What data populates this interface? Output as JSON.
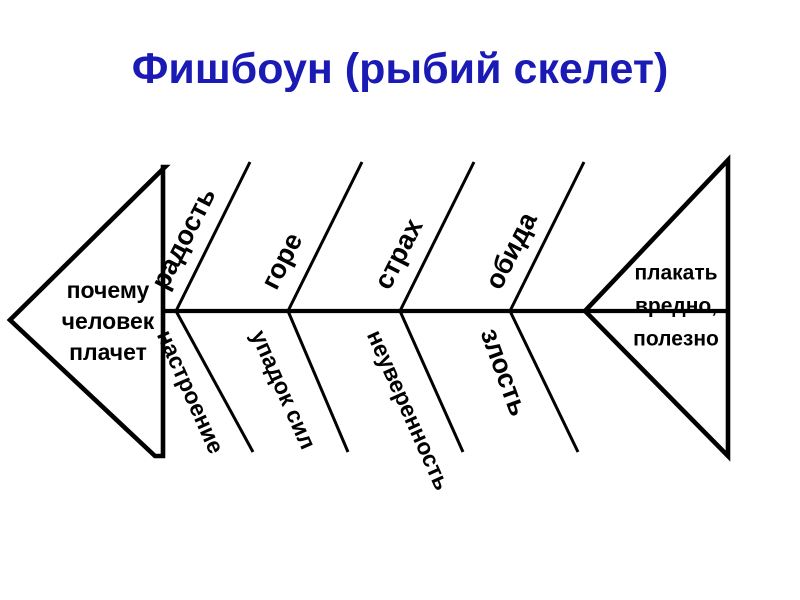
{
  "page": {
    "title": "Фишбоун (рыбий скелет)",
    "title_color": "#1a1ab4",
    "background_color": "#ffffff",
    "line_color": "#000000",
    "text_color": "#000000"
  },
  "diagram": {
    "type": "fishbone",
    "head": {
      "role": "problem-statement",
      "lines": [
        "почему",
        "человек",
        "плачет"
      ],
      "text": "почему человек плачет"
    },
    "tail": {
      "role": "conclusion",
      "lines": [
        "плакать",
        "вредно,",
        "полезно"
      ],
      "text": "плакать вредно, полезно"
    },
    "upper_bones": [
      {
        "index": 1,
        "label": "радость"
      },
      {
        "index": 2,
        "label": "горе"
      },
      {
        "index": 3,
        "label": "страх"
      },
      {
        "index": 4,
        "label": "обида"
      }
    ],
    "lower_bones": [
      {
        "index": 1,
        "label": "настроение"
      },
      {
        "index": 2,
        "label": "упадок сил"
      },
      {
        "index": 3,
        "label": "неуверенность"
      },
      {
        "index": 4,
        "label": "злость"
      }
    ]
  }
}
